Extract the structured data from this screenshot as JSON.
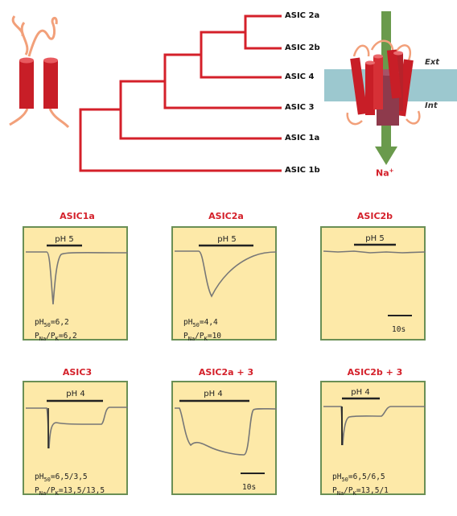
{
  "tree": {
    "leaves": [
      "ASIC 2a",
      "ASIC 2b",
      "ASIC 4",
      "ASIC 3",
      "ASIC 1a",
      "ASIC 1b"
    ]
  },
  "channel": {
    "ext_label": "Ext",
    "int_label": "Int",
    "ion_label": "Na+"
  },
  "panels": [
    {
      "title": "ASIC1a",
      "stim": "pH 5",
      "ph50": "pH50=6,2",
      "ratio": "PNa/PK=6,2",
      "scale": ""
    },
    {
      "title": "ASIC2a",
      "stim": "pH 5",
      "ph50": "pH50=4,4",
      "ratio": "PNa/PK=10",
      "scale": ""
    },
    {
      "title": "ASIC2b",
      "stim": "pH 5",
      "ph50": "",
      "ratio": "",
      "scale": "10s"
    },
    {
      "title": "ASIC3",
      "stim": "pH 4",
      "ph50": "pH50=6,5/3,5",
      "ratio": "PNa/PK=13,5/13,5",
      "scale": ""
    },
    {
      "title": "ASIC2a + 3",
      "stim": "pH 4",
      "ph50": "",
      "ratio": "",
      "scale": "10s"
    },
    {
      "title": "ASIC2b + 3",
      "stim": "pH 4",
      "ph50": "pH50=6,5/6,5",
      "ratio": "PNa/PK=13,5/1",
      "scale": ""
    }
  ],
  "colors": {
    "red": "#d4202a",
    "panel_bg": "#fde9a8",
    "panel_border": "#6a8f55",
    "membrane": "#9cc8cf",
    "arrow": "#6a9a4c",
    "loop": "#f2a07a"
  }
}
